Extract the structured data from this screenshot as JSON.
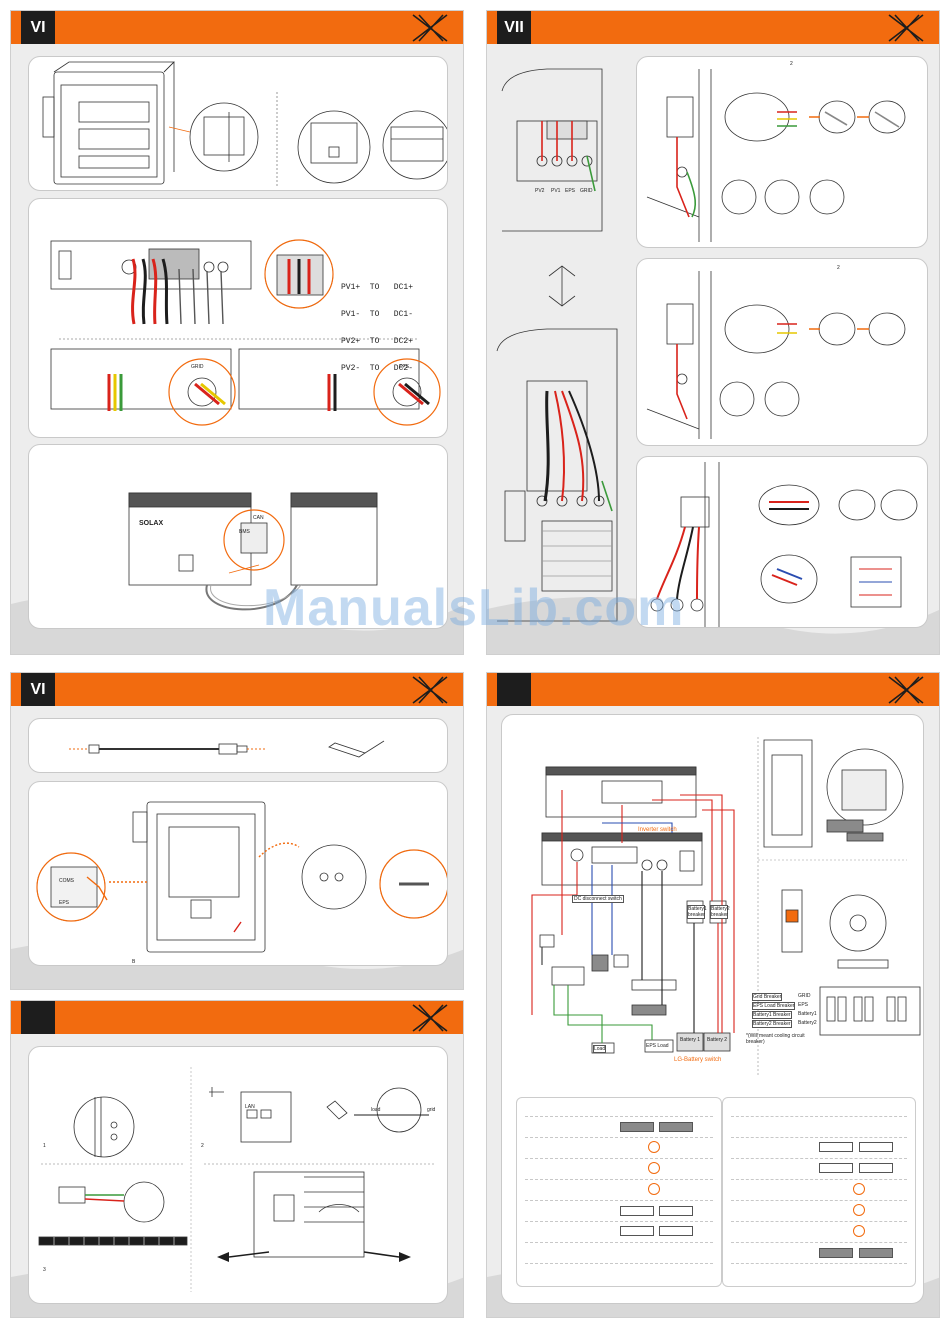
{
  "panels": {
    "p1": {
      "section": "VI"
    },
    "p2": {
      "section": "VII"
    },
    "p3": {
      "section": "VI"
    },
    "p4": {
      "section": ""
    },
    "p5": {
      "section": ""
    }
  },
  "pv_mapping": {
    "row1": "PV1+  TO   DC1+",
    "row2": "PV1-  TO   DC1-",
    "row3": "PV2+  TO   DC2+",
    "row4": "PV2-  TO   DC2-"
  },
  "labels": {
    "grid": "GRID",
    "eps": "EPS",
    "can": "CAN",
    "bms": "BMS",
    "coms": "COMS",
    "lan": "LAN",
    "solax": "SOLAX",
    "pv2": "PV2",
    "pv1": "PV1",
    "eps2": "EPS",
    "grid2": "GRID",
    "page_mark_1": "2",
    "page_mark_2": "2",
    "step1": "1",
    "step2": "2",
    "step3": "3",
    "small_b": "B",
    "inverter_switch": "Inverter switch",
    "dc_disconnect": "DC disconnect switch",
    "battery1_breaker": "Battery1 breaker",
    "battery2_breaker": "Battery2 breaker",
    "load": "Load",
    "eps_load": "EPS Load",
    "battery1": "Battery 1",
    "battery2": "Battery 2",
    "lg_battery_switch": "LG-Battery switch",
    "grid_breaker": "Grid Breaker",
    "eps_breaker": "EPS Load Breaker",
    "bat1_breaker": "Battery1 Breaker",
    "bat2_breaker": "Battery2 Breaker",
    "lg_grid": "GRID",
    "lg_eps": "EPS",
    "lg_bat1": "Battery1",
    "lg_bat2": "Battery2",
    "cooling_note": "*(Will meant cooling circuit breaker)",
    "load_lbl": "load",
    "grid_lbl": "grid"
  },
  "watermark": "ManualsLib.com",
  "colors": {
    "accent": "#f26b0f",
    "tab": "#1d1d1d",
    "panel": "#ededed",
    "wire_red": "#d9231b",
    "wire_green": "#3a9a3a",
    "wire_blue": "#2a4db0"
  }
}
